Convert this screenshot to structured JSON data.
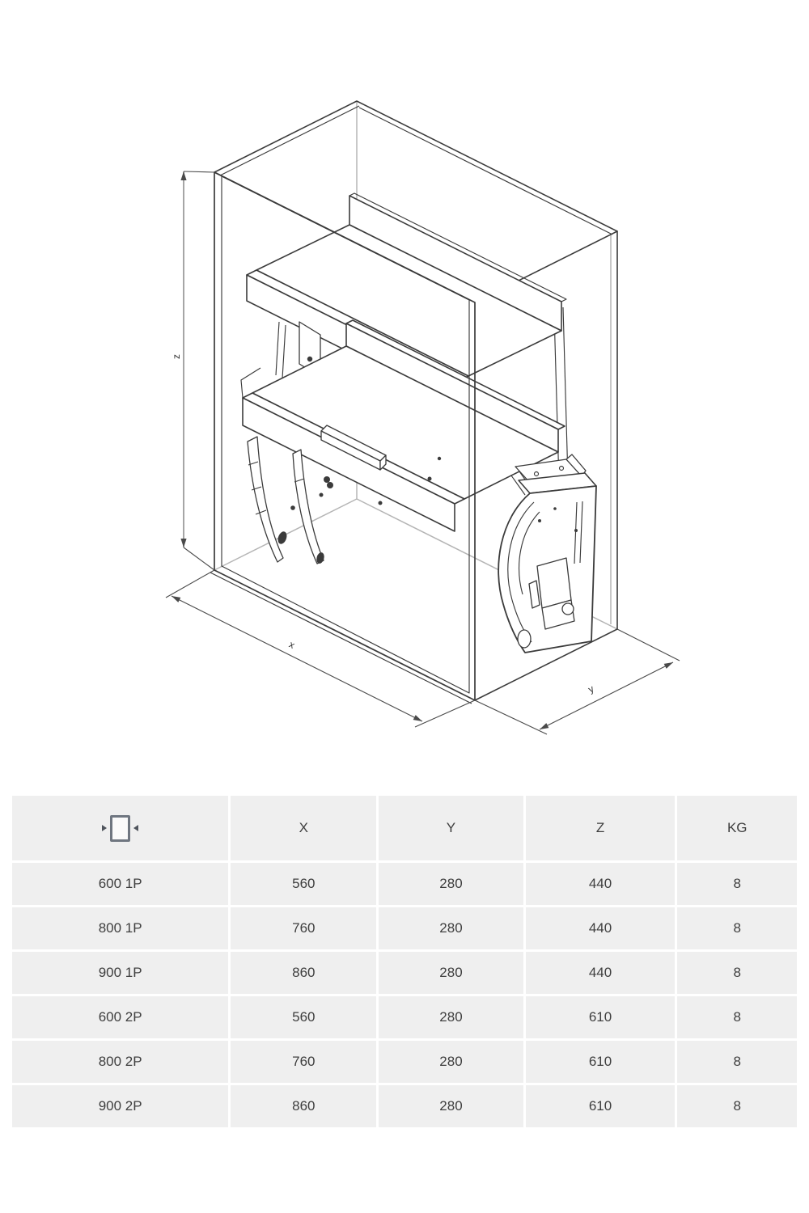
{
  "diagram": {
    "dimension_labels": {
      "x": "x",
      "y": "y",
      "z": "z"
    },
    "icons": {
      "drawing": "pulldown-shelf-isometric-drawing"
    }
  },
  "table": {
    "header": {
      "icon": "cabinet-width-arrows-icon",
      "col_x": "X",
      "col_y": "Y",
      "col_z": "Z",
      "col_kg": "KG"
    },
    "rows": [
      [
        "600 1P",
        "560",
        "280",
        "440",
        "8"
      ],
      [
        "800 1P",
        "760",
        "280",
        "440",
        "8"
      ],
      [
        "900 1P",
        "860",
        "280",
        "440",
        "8"
      ],
      [
        "600 2P",
        "560",
        "280",
        "610",
        "8"
      ],
      [
        "800 2P",
        "760",
        "280",
        "610",
        "8"
      ],
      [
        "900 2P",
        "860",
        "280",
        "610",
        "8"
      ]
    ]
  },
  "colors": {
    "line": "#3b3b3b",
    "hidden_line": "#b5b5b5",
    "dimension_line": "#4a4a4a",
    "cell_background": "#efefef",
    "text": "#3e3e3e",
    "icon_border": "#6f7680"
  }
}
